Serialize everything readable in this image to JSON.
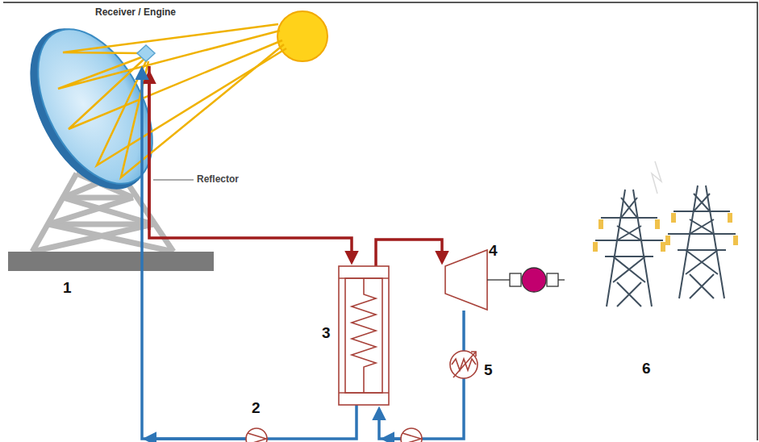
{
  "diagram": {
    "labels": [
      "Receiver / Engine",
      "Reflector",
      "1",
      "2",
      "3",
      "4",
      "5",
      "6"
    ]
  }
}
